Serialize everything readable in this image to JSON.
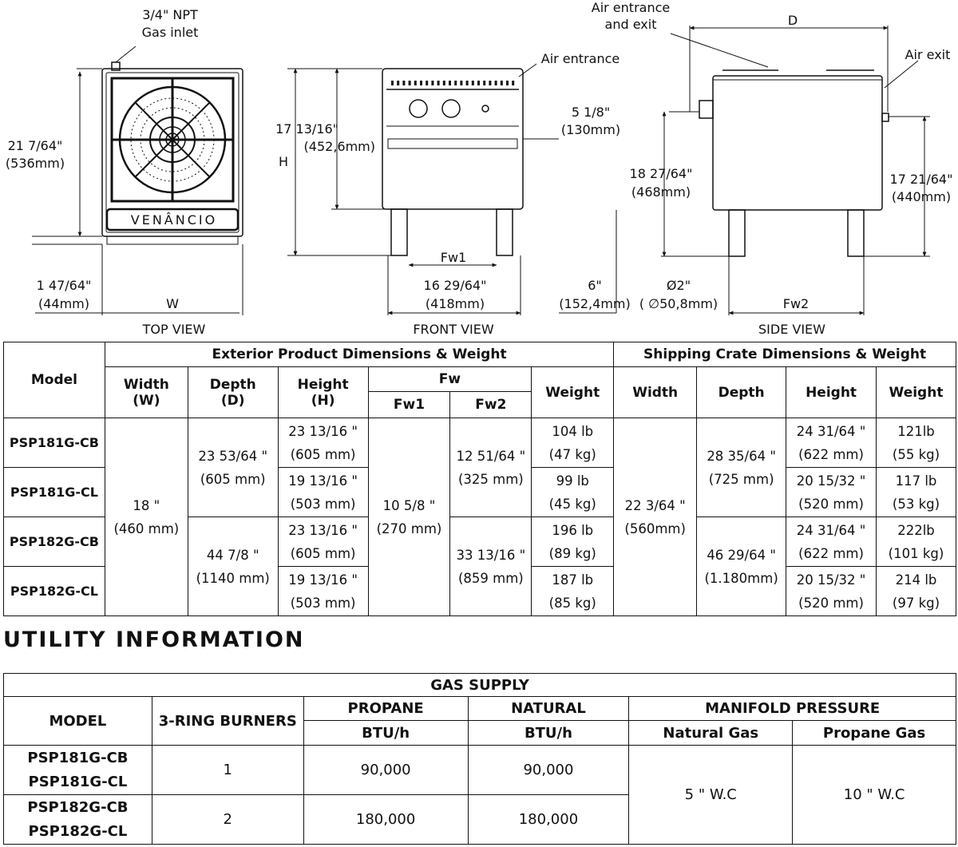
{
  "drawing": {
    "top_view": {
      "caption": "TOP VIEW",
      "gas_inlet_l1": "3/4\" NPT",
      "gas_inlet_l2": "Gas inlet",
      "depth_l1": "21 7/64\"",
      "depth_l2": "(536mm)",
      "foot_l1": "1 47/64\"",
      "foot_l2": "(44mm)",
      "width": "W",
      "brand": "VENÂNCIO"
    },
    "front_view": {
      "caption": "FRONT VIEW",
      "air_entrance": "Air entrance",
      "body_h_l1": "17 13/16\"",
      "body_h_l2": "(452,6mm)",
      "height": "H",
      "panel_l1": "5 1/8\"",
      "panel_l2": "(130mm)",
      "fw1": "Fw1",
      "width_l1": "16 29/64\"",
      "width_l2": "(418mm)"
    },
    "side_view": {
      "caption": "SIDE VIEW",
      "air_ex_l1": "Air entrance",
      "air_ex_l2": "and exit",
      "depth": "D",
      "air_exit": "Air exit",
      "left_h_l1": "18 27/64\"",
      "left_h_l2": "(468mm)",
      "right_h_l1": "17 21/64\"",
      "right_h_l2": "(440mm)",
      "leg_l1": "6\"",
      "leg_l2": "(152,4mm)",
      "dia_l1": "Ø2\"",
      "dia_l2": "( ∅50,8mm)",
      "fw2": "Fw2"
    }
  },
  "dimensions_table": {
    "model_header": "Model",
    "exterior_header": "Exterior Product Dimensions & Weight",
    "shipping_header": "Shipping Crate Dimensions & Weight",
    "width_header": "Width",
    "width_sub": "(W)",
    "depth_header": "Depth",
    "depth_sub": "(D)",
    "height_header": "Height",
    "height_sub": "(H)",
    "fw_header": "Fw",
    "fw1_header": "Fw1",
    "fw2_header": "Fw2",
    "weight_header": "Weight",
    "ship_width_header": "Width",
    "ship_depth_header": "Depth",
    "ship_height_header": "Height",
    "ship_weight_header": "Weight",
    "models": [
      "PSP181G-CB",
      "PSP181G-CL",
      "PSP182G-CB",
      "PSP182G-CL"
    ],
    "width_l1": "18 \"",
    "width_l2": "(460 mm)",
    "depth": [
      {
        "l1": "23 53/64 \"",
        "l2": "(605 mm)"
      },
      {
        "l1": "44 7/8 \"",
        "l2": "(1140 mm)"
      }
    ],
    "height": [
      {
        "l1": "23 13/16 \"",
        "l2": "(605 mm)"
      },
      {
        "l1": "19 13/16 \"",
        "l2": "(503 mm)"
      },
      {
        "l1": "23 13/16 \"",
        "l2": "(605 mm)"
      },
      {
        "l1": "19 13/16 \"",
        "l2": "(503 mm)"
      }
    ],
    "fw1_l1": "10 5/8 \"",
    "fw1_l2": "(270 mm)",
    "fw2": [
      {
        "l1": "12 51/64 \"",
        "l2": "(325 mm)"
      },
      {
        "l1": "33 13/16 \"",
        "l2": "(859 mm)"
      }
    ],
    "weight": [
      {
        "l1": "104 lb",
        "l2": "(47 kg)"
      },
      {
        "l1": "99 lb",
        "l2": "(45 kg)"
      },
      {
        "l1": "196 lb",
        "l2": "(89 kg)"
      },
      {
        "l1": "187 lb",
        "l2": "(85 kg)"
      }
    ],
    "ship_width_l1": "22 3/64 \"",
    "ship_width_l2": "(560mm)",
    "ship_depth": [
      {
        "l1": "28 35/64 \"",
        "l2": "(725 mm)"
      },
      {
        "l1": "46 29/64 \"",
        "l2": "(1.180mm)"
      }
    ],
    "ship_height": [
      {
        "l1": "24 31/64 \"",
        "l2": "(622 mm)"
      },
      {
        "l1": "20 15/32 \"",
        "l2": "(520 mm)"
      },
      {
        "l1": "24 31/64 \"",
        "l2": "(622 mm)"
      },
      {
        "l1": "20 15/32 \"",
        "l2": "(520 mm)"
      }
    ],
    "ship_weight": [
      {
        "l1": "121lb",
        "l2": "(55 kg)"
      },
      {
        "l1": "117 lb",
        "l2": "(53 kg)"
      },
      {
        "l1": "222lb",
        "l2": "(101 kg)"
      },
      {
        "l1": "214 lb",
        "l2": "(97 kg)"
      }
    ]
  },
  "utility": {
    "title": "UTILITY INFORMATION",
    "gas_supply": "GAS SUPPLY",
    "model_header": "MODEL",
    "burners_header": "3-RING BURNERS",
    "propane_header": "PROPANE",
    "natural_header": "NATURAL",
    "btu": "BTU/h",
    "manifold_header": "MANIFOLD PRESSURE",
    "natural_gas": "Natural Gas",
    "propane_gas": "Propane Gas",
    "rows": [
      {
        "m1": "PSP181G-CB",
        "m2": "PSP181G-CL",
        "burners": "1",
        "propane": "90,000",
        "natural": "90,000"
      },
      {
        "m1": "PSP182G-CB",
        "m2": "PSP182G-CL",
        "burners": "2",
        "propane": "180,000",
        "natural": "180,000"
      }
    ],
    "natural_pressure": "5 \" W.C",
    "propane_pressure": "10 \" W.C"
  }
}
